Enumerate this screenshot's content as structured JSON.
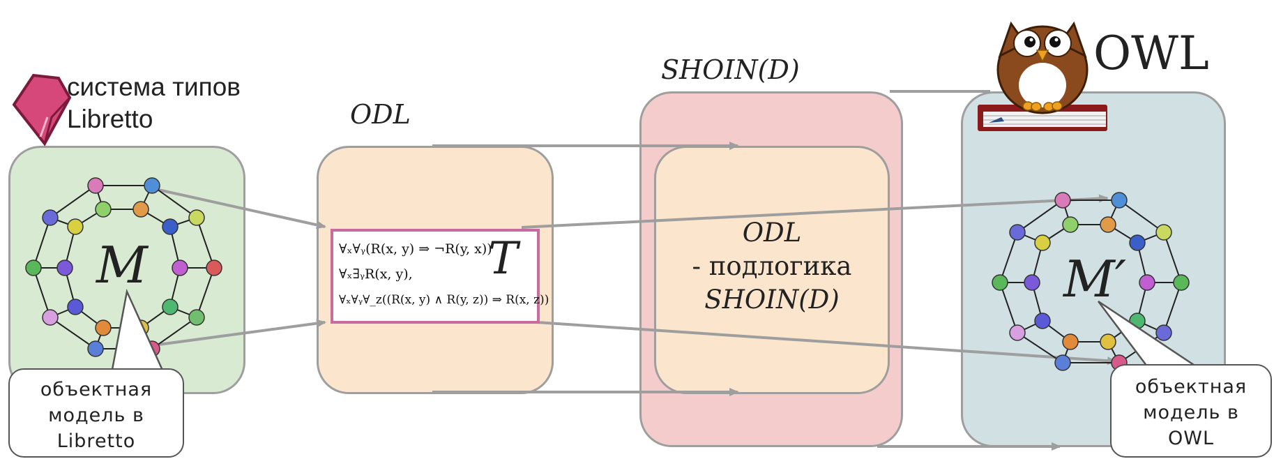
{
  "labels": {
    "libretto_types_line1": "система типов",
    "libretto_types_line2": "Libretto",
    "odl_title": "ODL",
    "shoin_title": "SHOIN(D)",
    "owl_title": "OWL",
    "model_m": "M",
    "model_m_prime": "M′",
    "theory_t": "T",
    "sublogic_line1": "ODL",
    "sublogic_line2": "- подлогика",
    "sublogic_line3": "SHOIN(D)"
  },
  "formulas": [
    "∀ₓ∀ᵧ(R(x, y) ⇒ ¬R(y, x))",
    "∀ₓ∃ᵧR(x, y),",
    "∀ₓ∀ᵧ∀_z((R(x, y) ∧ R(y, z)) ⇒ R(x, z))"
  ],
  "callouts": {
    "libretto_model": [
      "объектная",
      "модель в",
      "Libretto"
    ],
    "owl_model": [
      "объектная",
      "модель в",
      "OWL"
    ]
  },
  "colors": {
    "libretto_box": "#d9ead3",
    "odl_box": "#fce5cd",
    "shoin_box": "#f4cccc",
    "owl_box": "#d0e0e3",
    "box_border": "#9e9e9e",
    "arrow": "#9e9e9e",
    "formula_border": "#c86ba0",
    "libretto_icon": "#d6477a"
  },
  "icons": [
    "libretto-gem-icon",
    "owl-on-book-icon"
  ]
}
